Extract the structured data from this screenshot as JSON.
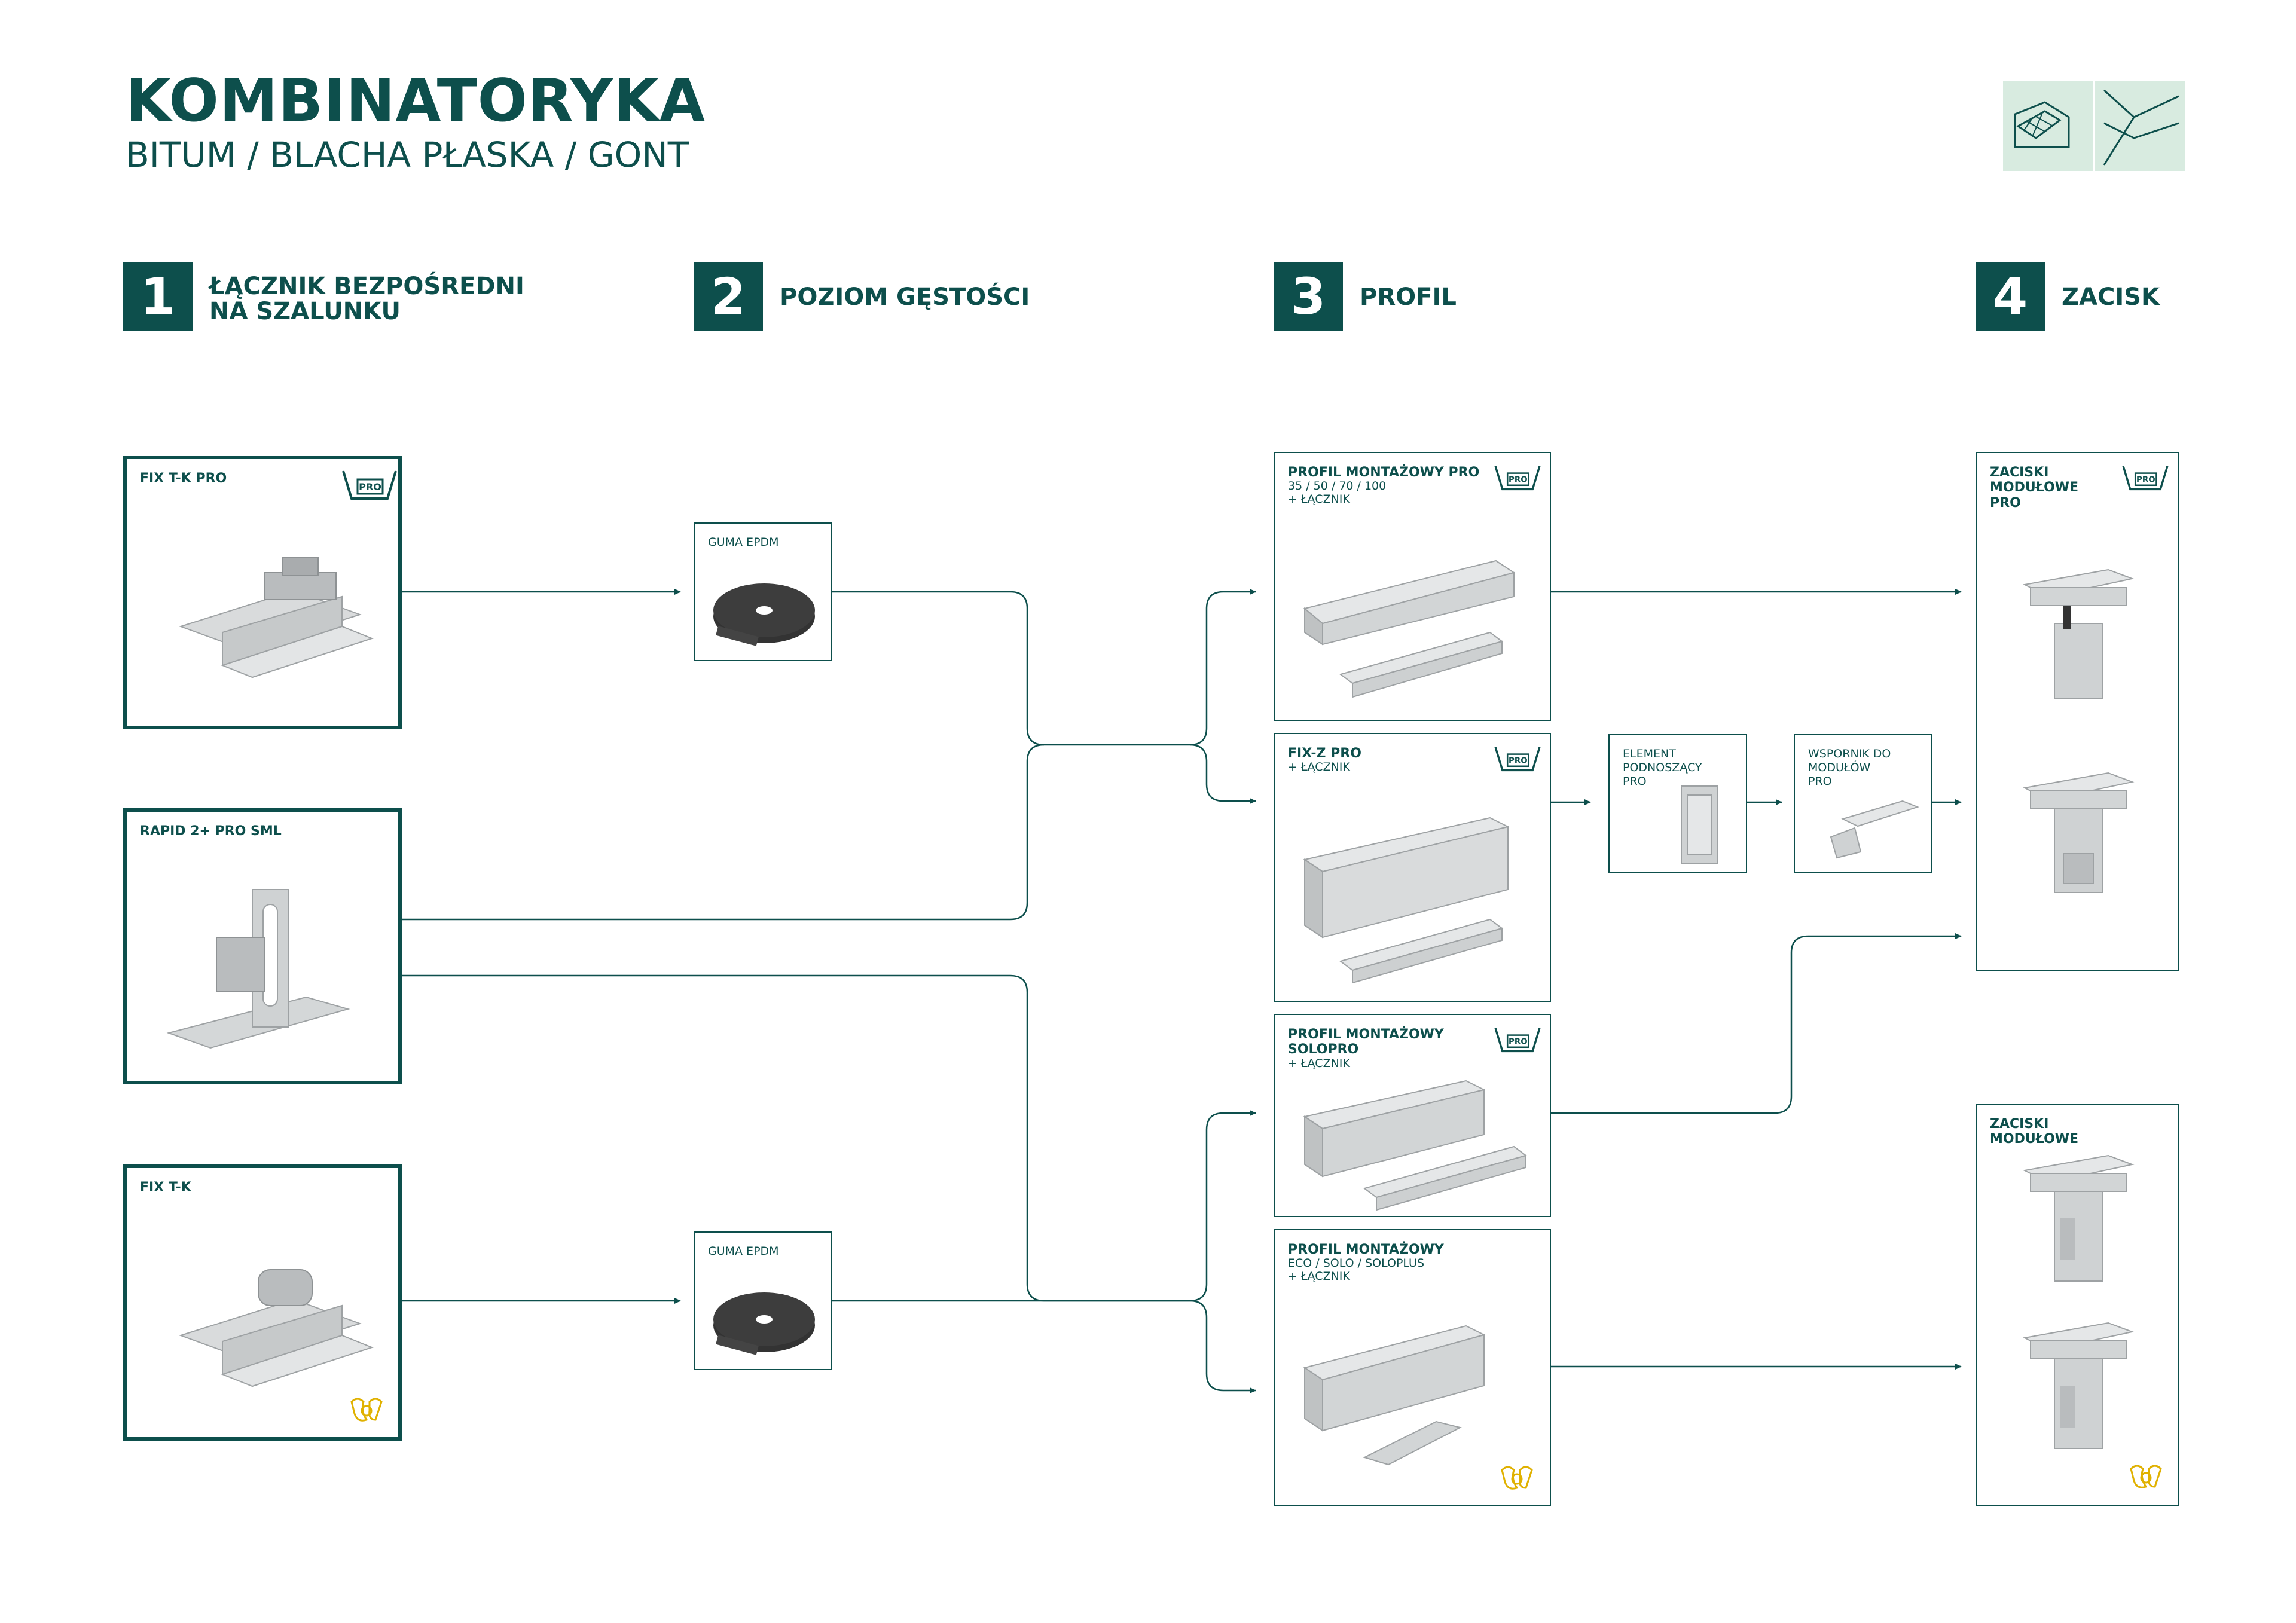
{
  "header": {
    "title": "KOMBINATORYKA",
    "subtitle": "BITUM / BLACHA PŁASKA / GONT"
  },
  "steps": [
    {
      "num": "1",
      "label_line1": "ŁĄCZNIK BEZPOŚREDNI",
      "label_line2": "NA SZALUNKU"
    },
    {
      "num": "2",
      "label": "POZIOM GĘSTOŚCI"
    },
    {
      "num": "3",
      "label": "PROFIL"
    },
    {
      "num": "4",
      "label": "ZACISK"
    }
  ],
  "cards": {
    "fix_tk_pro": {
      "title": "FIX T-K PRO"
    },
    "rapid": {
      "title": "RAPID 2+ PRO SML"
    },
    "fix_tk": {
      "title": "FIX T-K"
    },
    "guma1": {
      "title": "GUMA EPDM"
    },
    "guma2": {
      "title": "GUMA EPDM"
    },
    "profil_pro": {
      "title": "PROFIL MONTAŻOWY PRO",
      "sub1": "35 / 50 / 70 / 100",
      "sub2": "+ ŁĄCZNIK"
    },
    "fixz": {
      "title": "FIX-Z PRO",
      "sub1": "+ ŁĄCZNIK"
    },
    "solopro": {
      "title1": "PROFIL MONTAŻOWY",
      "title2": "SOLOPRO",
      "sub1": "+ ŁĄCZNIK"
    },
    "profil_eco": {
      "title": "PROFIL MONTAŻOWY",
      "sub1": "ECO / SOLO / SOLOPLUS",
      "sub2": "+ ŁĄCZNIK"
    },
    "element": {
      "line1": "ELEMENT",
      "line2": "PODNOSZĄCY",
      "line3": "PRO"
    },
    "wspornik": {
      "line1": "WSPORNIK DO",
      "line2": "MODUŁÓW",
      "line3": "PRO"
    },
    "zaciski_pro": {
      "line1": "ZACISKI",
      "line2": "MODUŁOWE",
      "line3": "PRO"
    },
    "zaciski": {
      "line1": "ZACISKI",
      "line2": "MODUŁOWE"
    }
  },
  "badge_text": "PRO",
  "colors": {
    "primary": "#0d4f4c",
    "legend_bg": "#d8ebe0",
    "accent_yellow": "#e0b100",
    "metal": "#c9cccd"
  }
}
